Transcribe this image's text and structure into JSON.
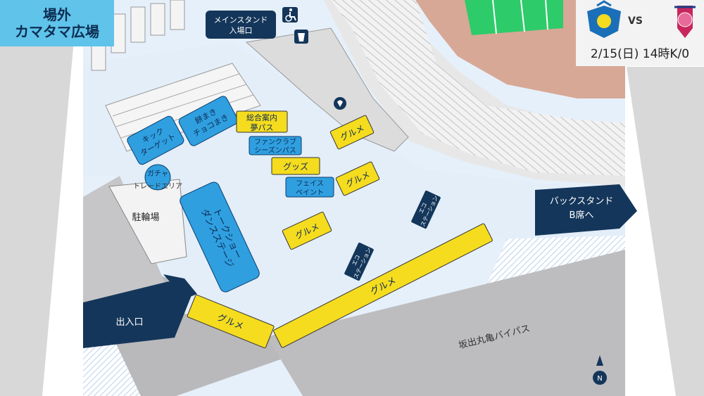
{
  "header": {
    "title_line1": "場外",
    "title_line2": "カマタマ広場"
  },
  "match": {
    "vs_label": "VS",
    "date": "2/15(日) 14時K/0"
  },
  "entrances": {
    "main_stand": [
      "メインスタンド",
      "入場口"
    ],
    "back_stand": [
      "バックスタンド",
      "B席へ"
    ],
    "exit": "出入口"
  },
  "road_label": "坂出丸亀バイパス",
  "bicycle_parking": "駐輪場",
  "booths": {
    "kick_target": [
      "キック",
      "ターゲット"
    ],
    "mochimaki": [
      "餅まき",
      "チョコまき"
    ],
    "info": [
      "総合案内",
      "夢パス"
    ],
    "fanclub": [
      "ファンクラブ",
      "シーズンパス"
    ],
    "goods": "グッズ",
    "face_paint": [
      "フェイス",
      "ペイント"
    ],
    "gacha": [
      "ガチャ",
      "トレードエリア"
    ],
    "talk_show": [
      "トークショー",
      "ダンスステージ"
    ],
    "gourmet_1": "グルメ",
    "gourmet_2": "グルメ",
    "gourmet_3": "グルメ",
    "gourmet_long": "グルメ",
    "gourmet_bottom": "グルメ",
    "eco_1": [
      "エコ",
      "ステーション"
    ],
    "eco_2": [
      "エコ",
      "ステーション"
    ]
  },
  "compass": "N",
  "icons": [
    "wheelchair-icon",
    "drink-icon",
    "aed-icon"
  ],
  "colors": {
    "navy": "#14365a",
    "blue_booth": "#2f9fe0",
    "yellow_booth": "#f5dc1e",
    "plaza": "#e6f0fa",
    "title_bg": "#5fc3ea"
  }
}
